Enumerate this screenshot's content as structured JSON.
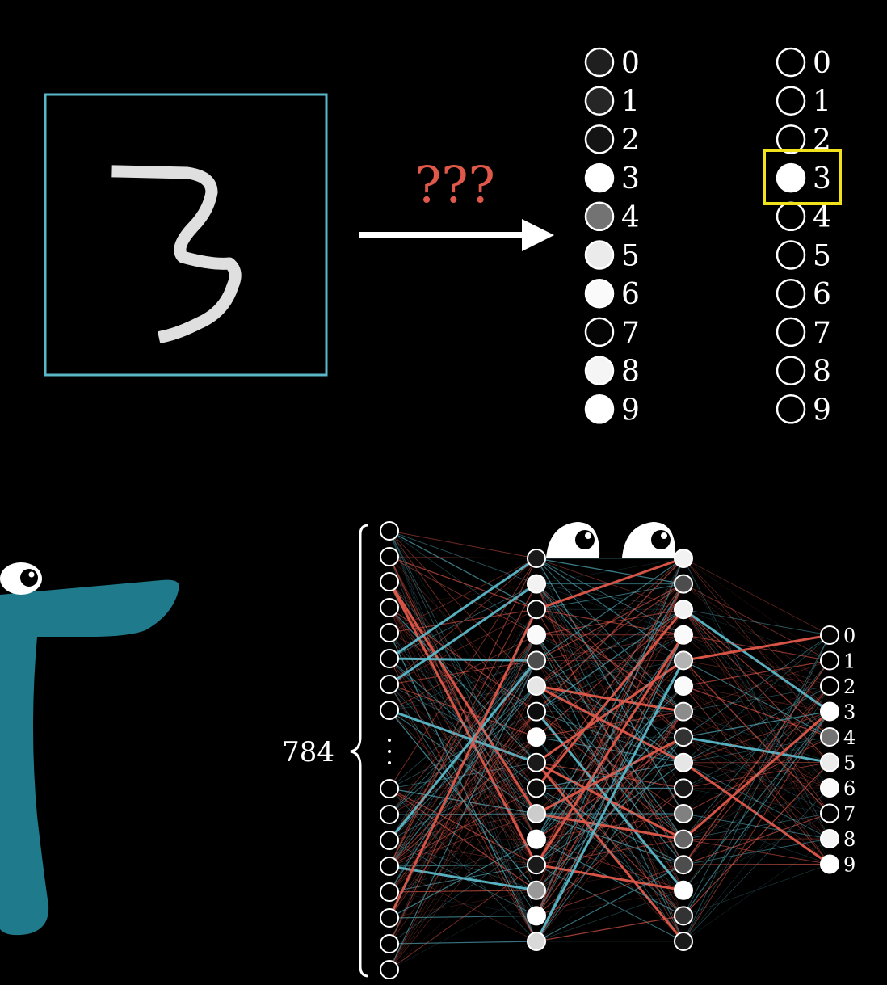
{
  "input_image": {
    "frame_color": "#5ab8c9",
    "glyph": "3"
  },
  "arrow": {
    "label": "???",
    "label_color": "#e0584a"
  },
  "guess_outputs": {
    "digits": [
      "0",
      "1",
      "2",
      "3",
      "4",
      "5",
      "6",
      "7",
      "8",
      "9"
    ],
    "brightness": [
      0.12,
      0.15,
      0.08,
      1.0,
      0.45,
      0.92,
      0.98,
      0.02,
      0.96,
      1.0
    ]
  },
  "target_outputs": {
    "digits": [
      "0",
      "1",
      "2",
      "3",
      "4",
      "5",
      "6",
      "7",
      "8",
      "9"
    ],
    "brightness": [
      0,
      0,
      0,
      1,
      0,
      0,
      0,
      0,
      0,
      0
    ],
    "highlight_index": 3,
    "highlight_color": "#f2e21c"
  },
  "network": {
    "input_count_label": "784",
    "output_digits": [
      "0",
      "1",
      "2",
      "3",
      "4",
      "5",
      "6",
      "7",
      "8",
      "9"
    ],
    "output_brightness": [
      0.02,
      0.0,
      0.0,
      1.0,
      0.45,
      0.92,
      0.98,
      0.02,
      0.96,
      1.0
    ],
    "positive_weight_color": "#5ab8c9",
    "negative_weight_color": "#e0584a"
  },
  "mascot": {
    "color": "#1f7a8c"
  }
}
